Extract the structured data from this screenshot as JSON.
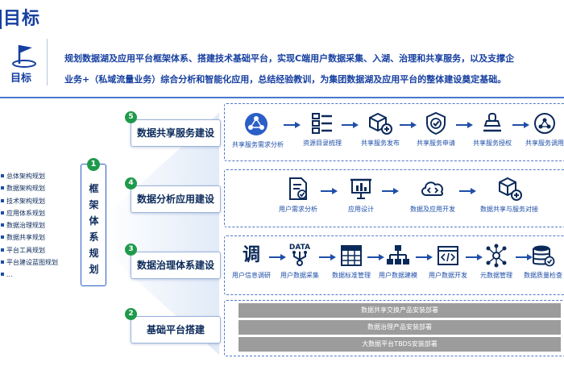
{
  "title": "目标",
  "goal": {
    "label": "目标",
    "line1": "规划数据湖及应用平台框架体系、搭建技术基础平台，实现C端用户数据采集、入湖、治理和共享服务，以及支撑企",
    "line2": "业务+（私域流量业务）综合分析和智能化应用，总结经验教训，为集团数据湖及应用平台的整体建设奠定基础。"
  },
  "left_list": [
    "总体架构规划",
    "数据架构规划",
    "技术架构规划",
    "应用体系规划",
    "数据治理规划",
    "数据共享规划",
    "平台工具规划",
    "平台建设蓝图规划",
    "..."
  ],
  "framework": {
    "num": "1",
    "chars": [
      "框",
      "架",
      "体",
      "系",
      "规",
      "划"
    ]
  },
  "categories": [
    {
      "num": "5",
      "label": "数据共享服务建设"
    },
    {
      "num": "4",
      "label": "数据分析应用建设"
    },
    {
      "num": "3",
      "label": "数据治理体系建设"
    },
    {
      "num": "2",
      "label": "基础平台搭建"
    }
  ],
  "rows": {
    "share": [
      {
        "icon": "network-sphere-icon",
        "label": "共享服务需求分析"
      },
      {
        "icon": "directory-list-icon",
        "label": "资源目录梳理"
      },
      {
        "icon": "cube-plus-icon",
        "label": "共享服务发布"
      },
      {
        "icon": "shield-check-icon",
        "label": "共享服务申请"
      },
      {
        "icon": "stamp-icon",
        "label": "共享服务授权"
      },
      {
        "icon": "globe-icon",
        "label": "共享服务调用"
      }
    ],
    "analysis": [
      {
        "icon": "document-check-icon",
        "label": "用户需求分析"
      },
      {
        "icon": "presentation-board-icon",
        "label": "应用设计"
      },
      {
        "icon": "cloud-code-icon",
        "label": "数据及应用开发"
      },
      {
        "icon": "cube-share-icon",
        "label": "数据共享与服务对接"
      }
    ],
    "governance": [
      {
        "icon": "tiao-char-icon",
        "glyph": "调",
        "label": "用户信息调研"
      },
      {
        "icon": "data-collect-icon",
        "glyph": "DATA",
        "label": "用户数据采集"
      },
      {
        "icon": "grid-table-icon",
        "label": "数据标准管理"
      },
      {
        "icon": "hierarchy-icon",
        "label": "用户数据建模"
      },
      {
        "icon": "code-window-icon",
        "label": "用户数据开发"
      },
      {
        "icon": "meta-network-icon",
        "label": "元数据管理"
      },
      {
        "icon": "database-check-icon",
        "label": "数据质量检查"
      }
    ]
  },
  "platform_bars": [
    "数据共享交换产品安装部署",
    "数据治理产品安装部署",
    "大数据平台TBDS安装部署"
  ],
  "colors": {
    "primary": "#163fa0",
    "accent_green": "#1e9a4b",
    "dashed": "#4f78c8",
    "grey_bar": "#9c9c9c"
  }
}
